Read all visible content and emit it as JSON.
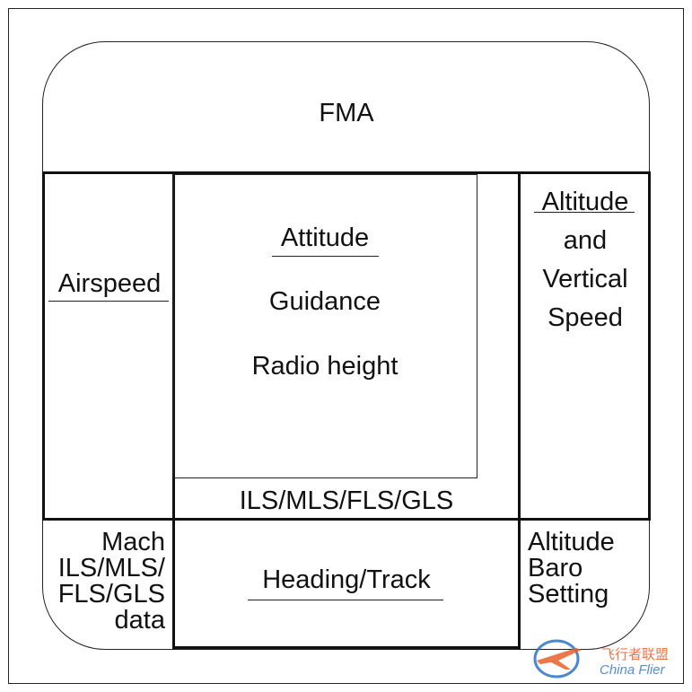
{
  "diagram": {
    "fma": "FMA",
    "attitude": "Attitude",
    "guidance": "Guidance",
    "radio_height": "Radio height",
    "airspeed": "Airspeed",
    "altitude_vs": [
      "Altitude",
      "and",
      "Vertical",
      "Speed"
    ],
    "approach": "ILS/MLS/FLS/GLS",
    "mach": [
      "Mach",
      "ILS/MLS/",
      "FLS/GLS",
      "data"
    ],
    "heading": "Heading/Track",
    "baro": [
      "Altitude",
      "Baro",
      "Setting"
    ]
  },
  "watermark": {
    "text_cn": "飞行者联盟",
    "text_en": "China Flier",
    "colors": {
      "accent": "#e8602c",
      "brand": "#2b73c8"
    }
  }
}
